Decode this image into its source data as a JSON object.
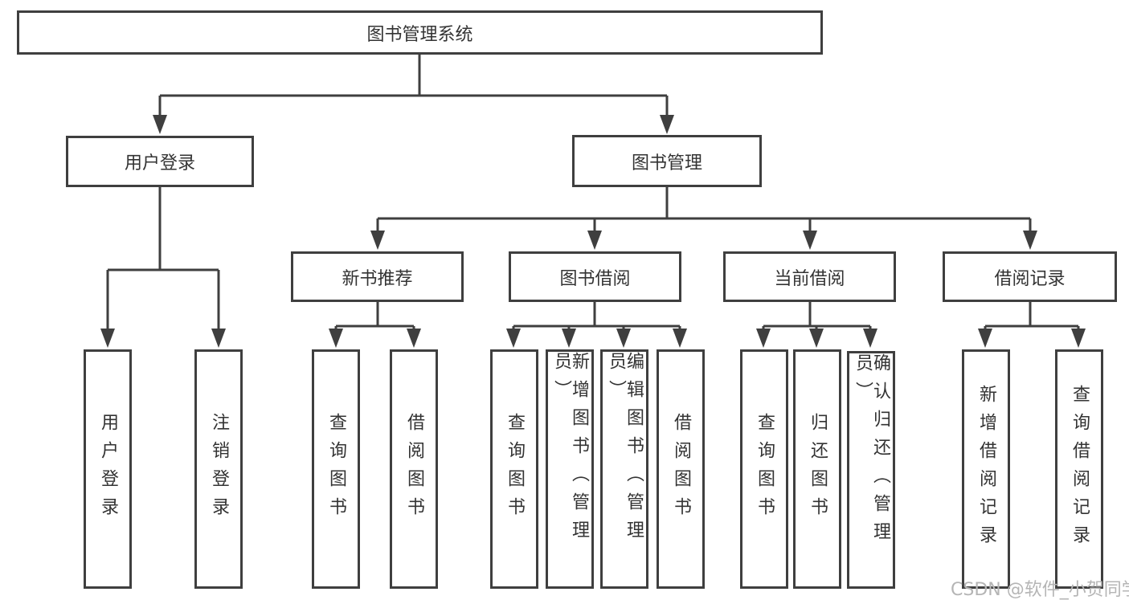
{
  "colors": {
    "node_border": "#3f3f3f",
    "node_text": "#333333",
    "connector": "#3f3f3f",
    "background": "#ffffff",
    "watermark_text_color": "#b5b5b5"
  },
  "watermark": {
    "text": "CSDN @软件_小贺同学"
  },
  "tree": {
    "root": {
      "label": "图书管理系统"
    },
    "level2": [
      {
        "label": "用户登录",
        "leaves": [
          "用户登录",
          "注销登录"
        ]
      },
      {
        "label": "图书管理",
        "children": [
          {
            "label": "新书推荐",
            "leaves": [
              "查询图书",
              "借阅图书"
            ]
          },
          {
            "label": "图书借阅",
            "leaves": [
              "查询图书",
              "新增图书（管理员）",
              "编辑图书（管理员）",
              "借阅图书"
            ]
          },
          {
            "label": "当前借阅",
            "leaves": [
              "查询图书",
              "归还图书",
              "确认归还（管理员）"
            ]
          },
          {
            "label": "借阅记录",
            "leaves": [
              "新增借阅记录",
              "查询借阅记录"
            ]
          }
        ]
      }
    ]
  }
}
